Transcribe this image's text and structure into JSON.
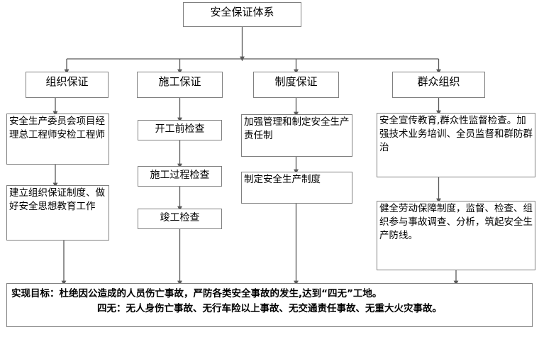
{
  "diagram": {
    "title": "安全保证体系",
    "root": {
      "label": "安全保证体系"
    },
    "branches": [
      {
        "heading": "组织保证",
        "items": [
          "安全生产委员会项目经理总工程师安检工程师",
          "建立组织保证制度、做好安全思想教育工作"
        ]
      },
      {
        "heading": "施工保证",
        "items": [
          "开工前检查",
          "施工过程检查",
          "竣工检查"
        ]
      },
      {
        "heading": "制度保证",
        "items": [
          "加强管理和制定安全生产责任制",
          "制定安全生产制度"
        ]
      },
      {
        "heading": "群众组织",
        "items": [
          "安全宣传教育,群众性监督检查。加强技术业务培训、全员监督和群防群治",
          "健全劳动保障制度，监督、检查、组织参与事故调查、分析，筑起安全生产防线。"
        ]
      }
    ],
    "footer": {
      "line1": "实现目标：杜绝因公造成的人员伤亡事故，严防各类安全事故的发生,达到“四无”工地。",
      "line2": "四无：无人身伤亡事故、无行车险以上事故、无交通责任事故、无重大火灾事故。"
    },
    "colors": {
      "border": "#808080",
      "line": "#595959",
      "text": "#000000",
      "background": "#ffffff"
    }
  }
}
